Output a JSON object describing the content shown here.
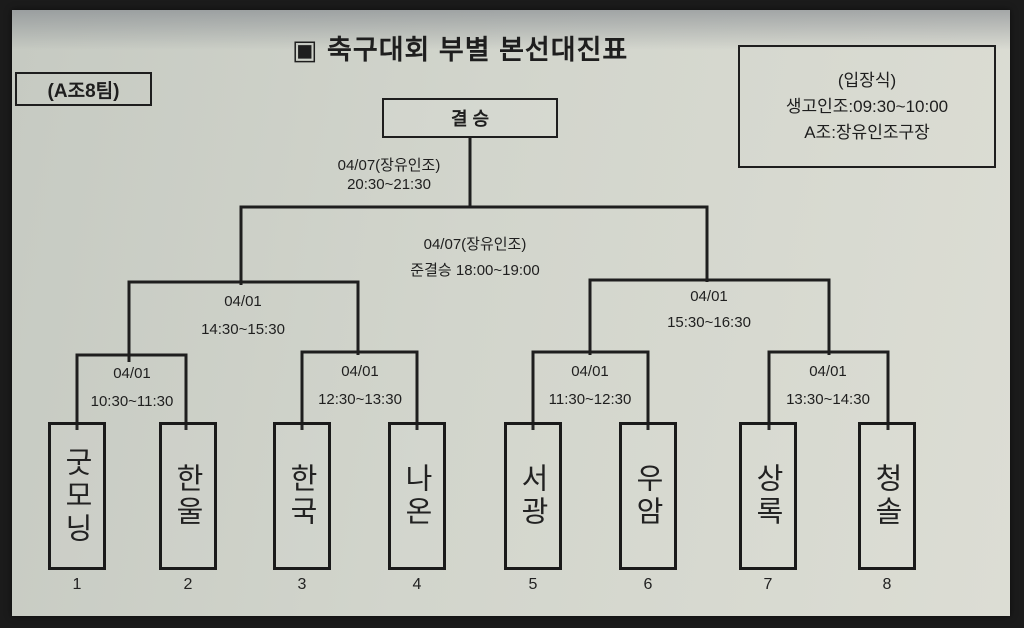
{
  "title_marker": "▣",
  "title": "축구대회 부별 본선대진표",
  "group_label": "(A조8팀)",
  "ceremony": {
    "heading": "(입장식)",
    "line1": "생고인조:09:30~10:00",
    "line2": "A조:장유인조구장"
  },
  "final": {
    "label": "결 승",
    "schedule_venue": "04/07(장유인조)",
    "schedule_time": "20:30~21:30"
  },
  "semifinal": {
    "venue": "04/07(장유인조)",
    "time": "준결승 18:00~19:00"
  },
  "quarter": [
    {
      "date": "04/01",
      "time": "14:30~15:30"
    },
    {
      "date": "04/01",
      "time": "15:30~16:30"
    }
  ],
  "first_round": [
    {
      "date": "04/01",
      "time": "10:30~11:30"
    },
    {
      "date": "04/01",
      "time": "12:30~13:30"
    },
    {
      "date": "04/01",
      "time": "11:30~12:30"
    },
    {
      "date": "04/01",
      "time": "13:30~14:30"
    }
  ],
  "teams": [
    {
      "name": "굿모닝",
      "number": "1"
    },
    {
      "name": "한울",
      "number": "2"
    },
    {
      "name": "한국",
      "number": "3"
    },
    {
      "name": "나온",
      "number": "4"
    },
    {
      "name": "서광",
      "number": "5"
    },
    {
      "name": "우암",
      "number": "6"
    },
    {
      "name": "상록",
      "number": "7"
    },
    {
      "name": "청솔",
      "number": "8"
    }
  ],
  "colors": {
    "line": "#1e1e1e",
    "paper": "#d2d5cc",
    "frame": "#1b1b1b"
  }
}
